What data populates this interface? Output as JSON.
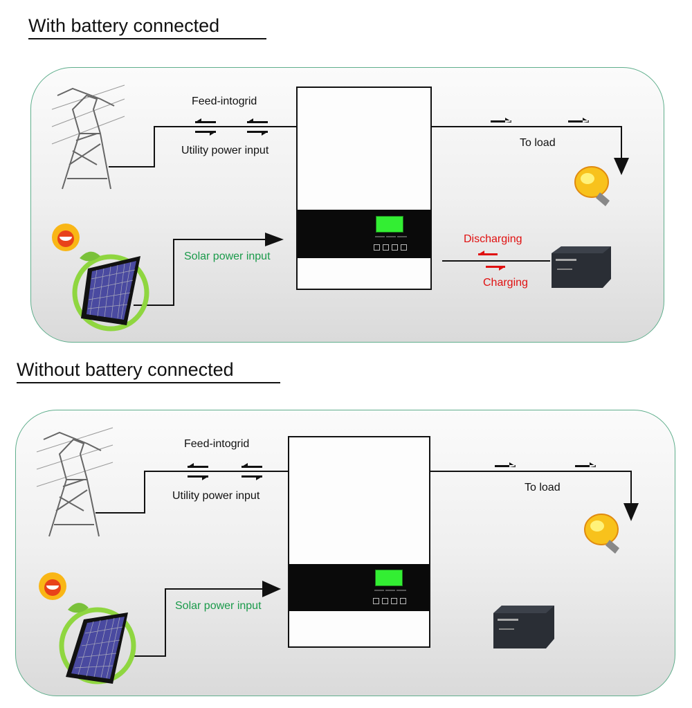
{
  "sections": [
    {
      "heading": "With battery connected",
      "labels": {
        "feed_in": "Feed-intogrid",
        "utility": "Utility power input",
        "to_load": "To load",
        "solar": "Solar power input",
        "discharging": "Discharging",
        "charging": "Charging"
      },
      "battery_connected": true
    },
    {
      "heading": "Without battery connected",
      "labels": {
        "feed_in": "Feed-intogrid",
        "utility": "Utility power input",
        "to_load": "To load",
        "solar": "Solar power input"
      },
      "battery_connected": false
    }
  ],
  "icons": [
    "power-tower-icon",
    "sun-icon",
    "solar-panel-icon",
    "light-bulb-icon",
    "battery-icon",
    "inverter-icon"
  ],
  "colors": {
    "panel_border": "#5fae8c",
    "solar_text": "#1a9a4a",
    "battery_flow": "#e01010",
    "lcd": "#33ee33"
  }
}
